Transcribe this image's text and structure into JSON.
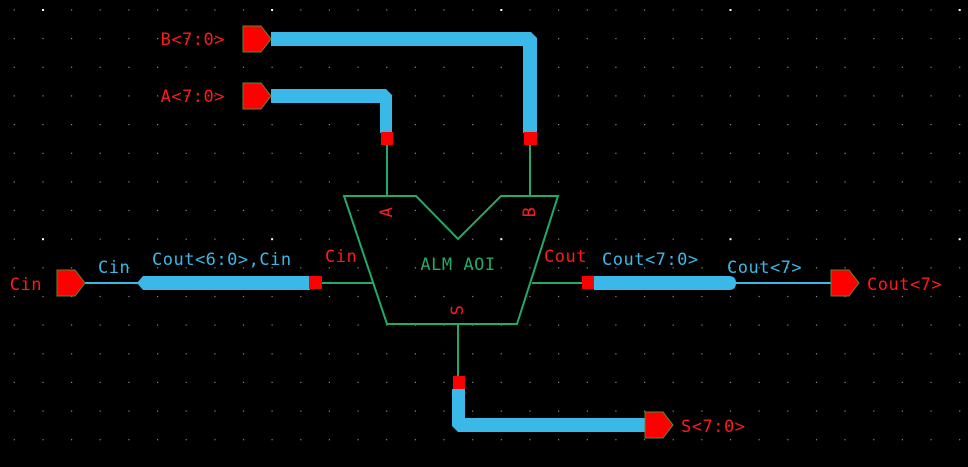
{
  "colors": {
    "background": "#000000",
    "grid_dot": "#8a8a8a",
    "grid_major": "#ffffff",
    "bus": "#3ab8e8",
    "wire": "#22aa66",
    "pin": "#ff0000",
    "pin_label": "#ff1a1a",
    "net_label": "#3ab8e8",
    "symbol": "#22aa66"
  },
  "schematic": {
    "instance": {
      "name": "ALM AOI",
      "terminals": {
        "a": "A",
        "b": "B",
        "cin": "Cin",
        "cout": "Cout",
        "s": "S"
      }
    },
    "pins": {
      "b": {
        "label": "B<7:0>",
        "direction": "input"
      },
      "a": {
        "label": "A<7:0>",
        "direction": "input"
      },
      "cin": {
        "label": "Cin",
        "direction": "input"
      },
      "cout7": {
        "label": "Cout<7>",
        "direction": "output"
      },
      "s": {
        "label": "S<7:0>",
        "direction": "output"
      }
    },
    "nets": {
      "cin_wire": "Cin",
      "cin_bus": "Cout<6:0>,Cin",
      "cout_bus": "Cout<7:0>",
      "cout7_wire": "Cout<7>"
    }
  }
}
